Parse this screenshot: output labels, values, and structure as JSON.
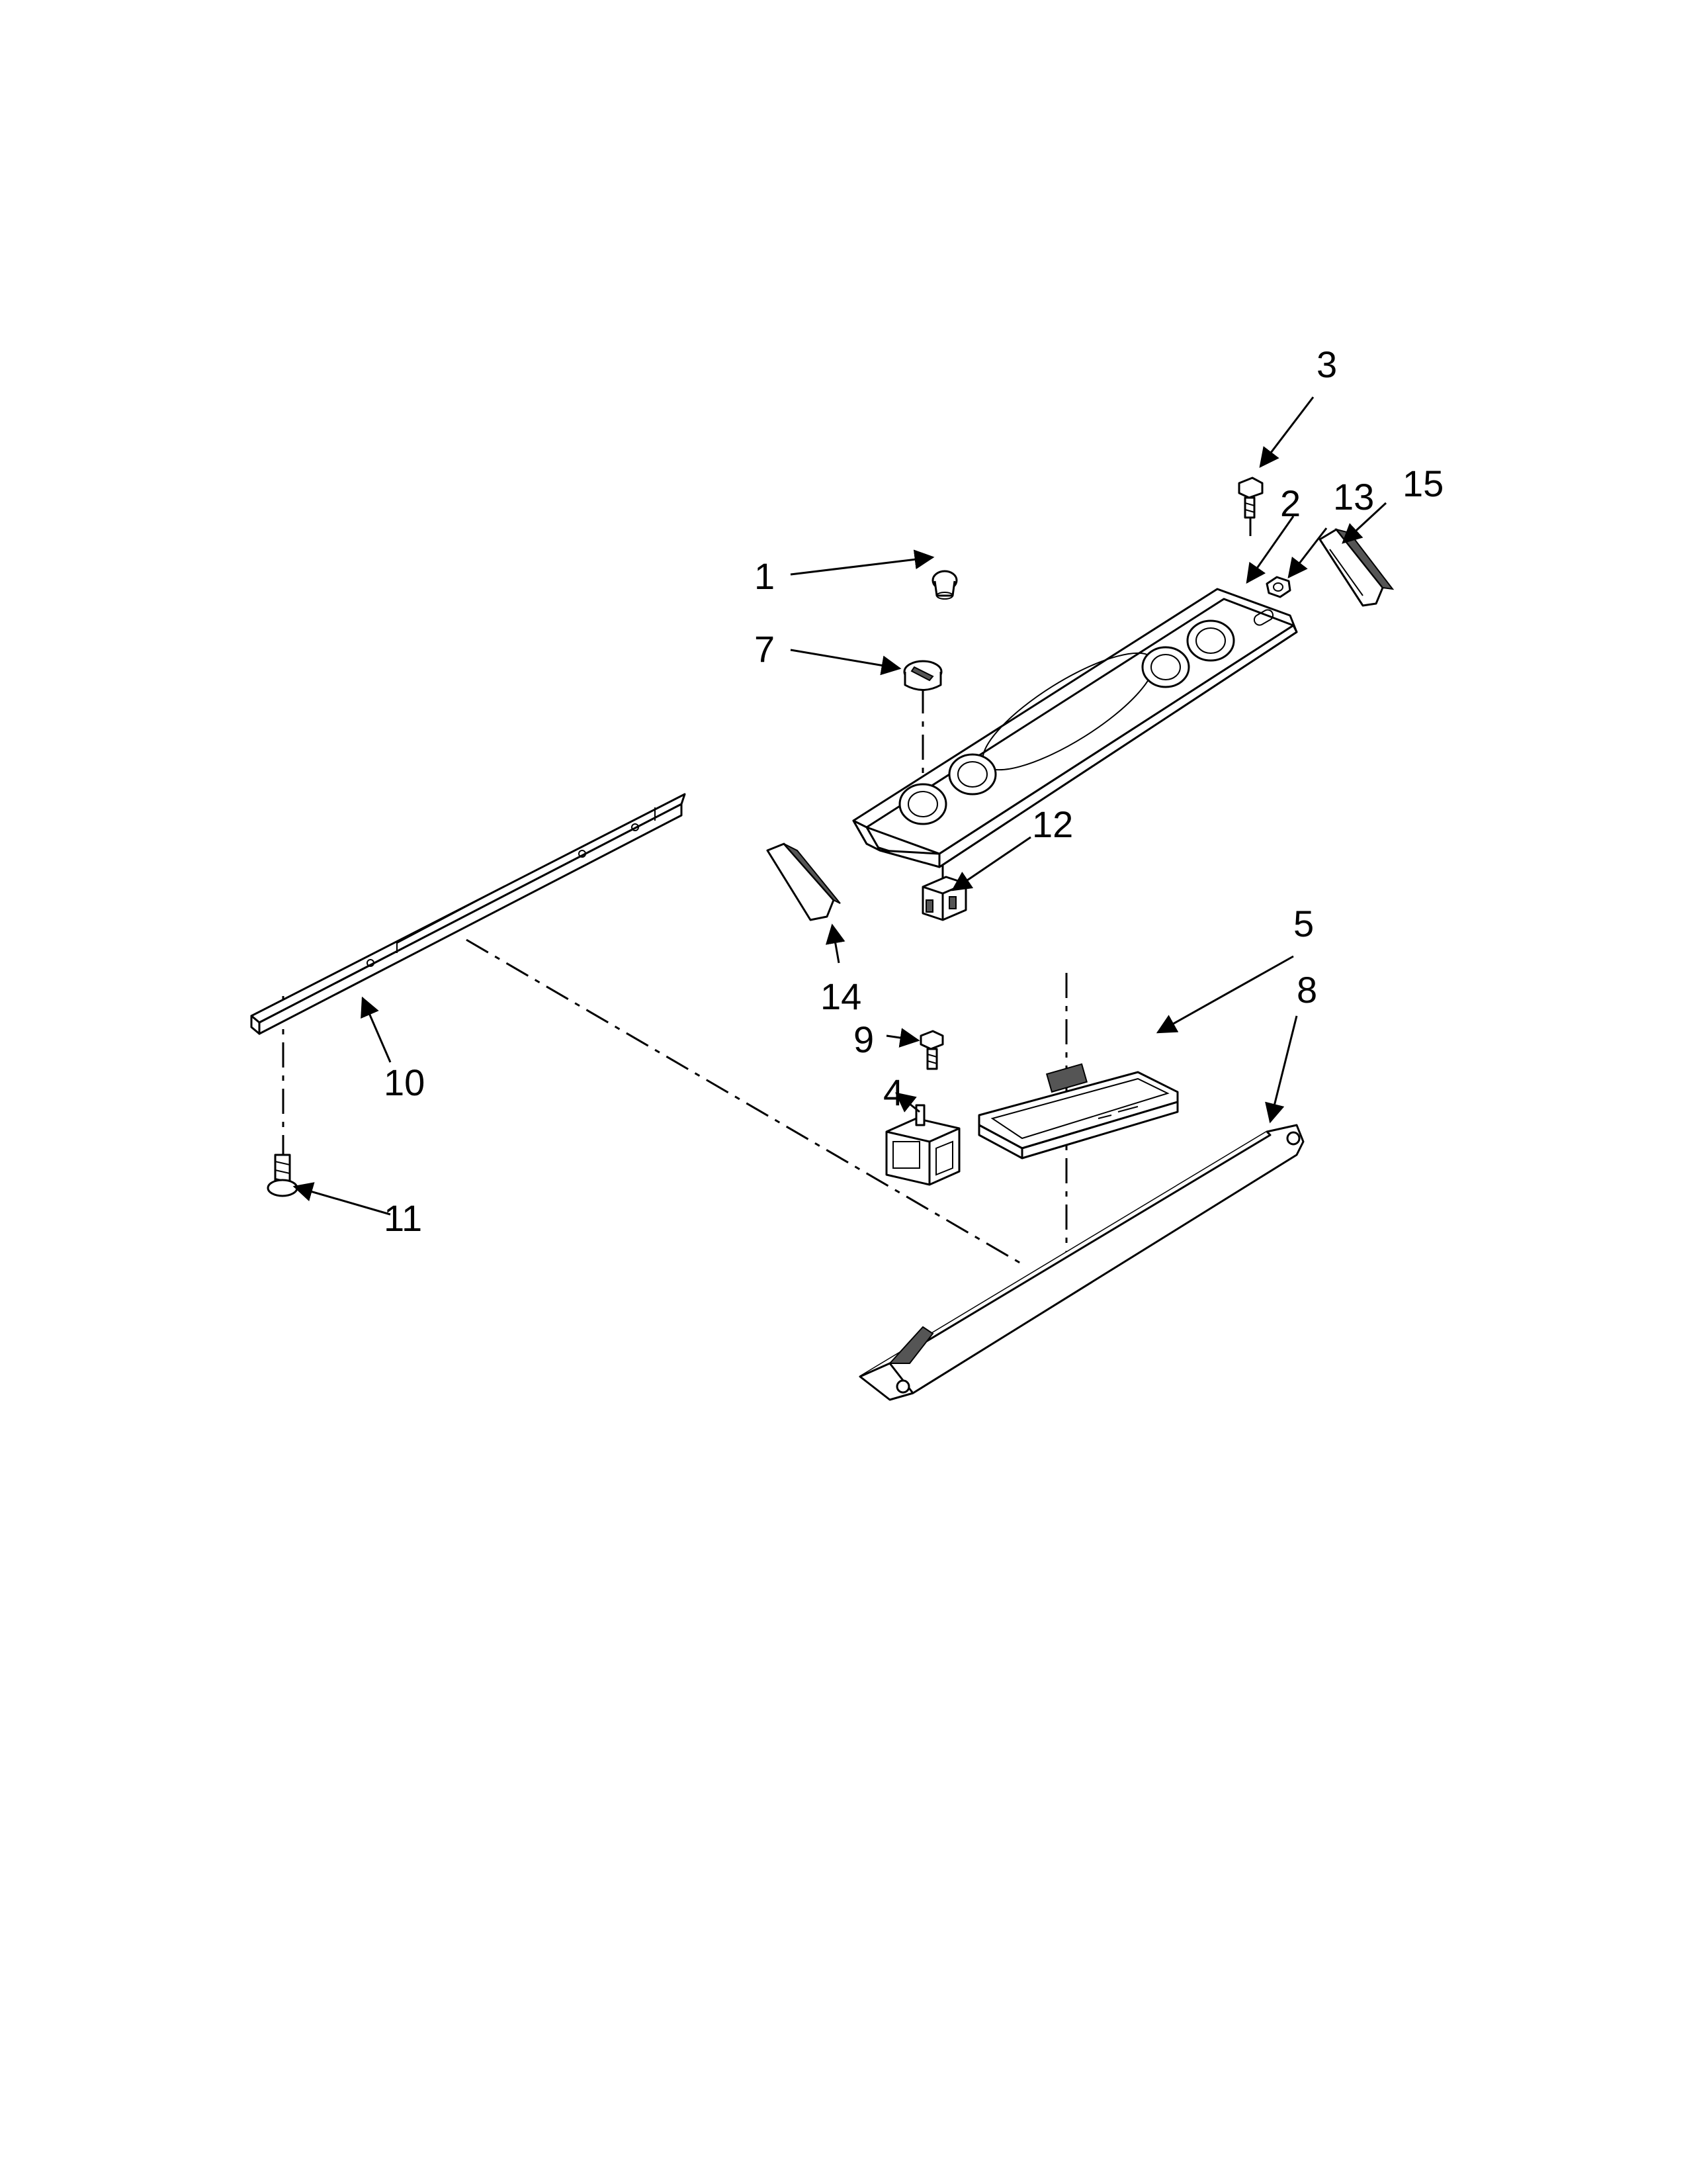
{
  "diagram": {
    "callouts": [
      {
        "id": "1",
        "label": "1"
      },
      {
        "id": "2",
        "label": "2"
      },
      {
        "id": "3",
        "label": "3"
      },
      {
        "id": "4",
        "label": "4"
      },
      {
        "id": "5",
        "label": "5"
      },
      {
        "id": "7",
        "label": "7"
      },
      {
        "id": "8",
        "label": "8"
      },
      {
        "id": "9",
        "label": "9"
      },
      {
        "id": "10",
        "label": "10"
      },
      {
        "id": "11",
        "label": "11"
      },
      {
        "id": "12",
        "label": "12"
      },
      {
        "id": "13",
        "label": "13"
      },
      {
        "id": "14",
        "label": "14"
      },
      {
        "id": "15",
        "label": "15"
      }
    ]
  }
}
